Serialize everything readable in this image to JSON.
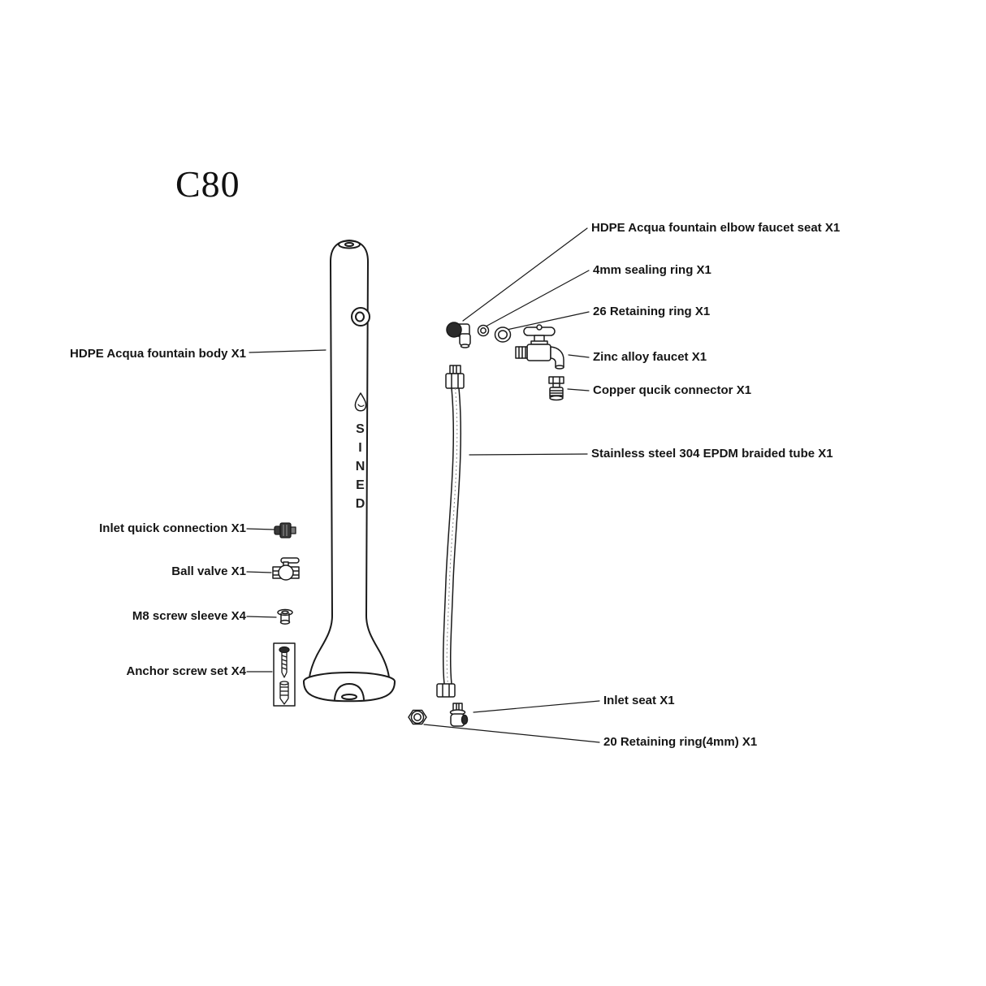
{
  "title": "C80",
  "brand_logo_text": "SINED",
  "parts_left": [
    {
      "label": "HDPE Acqua fountain body X1"
    },
    {
      "label": "Inlet quick connection X1"
    },
    {
      "label": "Ball valve X1"
    },
    {
      "label": "M8 screw sleeve X4"
    },
    {
      "label": "Anchor screw set X4"
    }
  ],
  "parts_right": [
    {
      "label": "HDPE Acqua fountain elbow faucet seat X1"
    },
    {
      "label": "4mm sealing ring X1"
    },
    {
      "label": "26 Retaining ring X1"
    },
    {
      "label": "Zinc alloy faucet X1"
    },
    {
      "label": "Copper qucik connector X1"
    },
    {
      "label": "Stainless steel 304 EPDM braided tube X1"
    },
    {
      "label": "Inlet seat X1"
    },
    {
      "label": "20 Retaining ring(4mm) X1"
    }
  ],
  "colors": {
    "background": "#ffffff",
    "line": "#1a1a1a",
    "text": "#151515",
    "dark_part_fill": "#2b2b2b"
  }
}
